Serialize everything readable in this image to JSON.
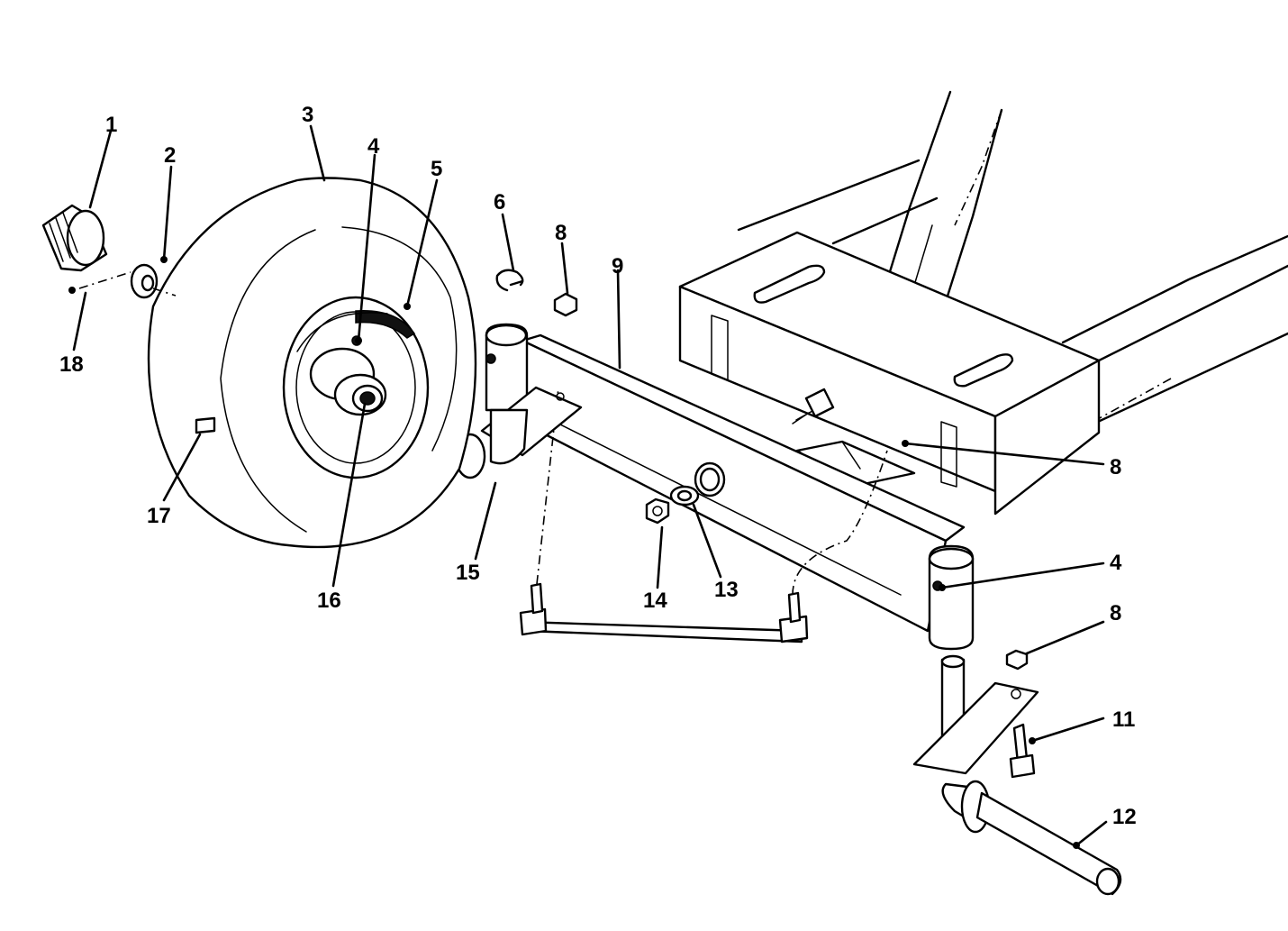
{
  "callouts": {
    "c1": "1",
    "c2": "2",
    "c3": "3",
    "c4a": "4",
    "c4b": "4",
    "c5": "5",
    "c6": "6",
    "c8a": "8",
    "c8b": "8",
    "c8c": "8",
    "c9": "9",
    "c11": "11",
    "c12": "12",
    "c13": "13",
    "c14": "14",
    "c15": "15",
    "c16": "16",
    "c17": "17",
    "c18": "18"
  }
}
